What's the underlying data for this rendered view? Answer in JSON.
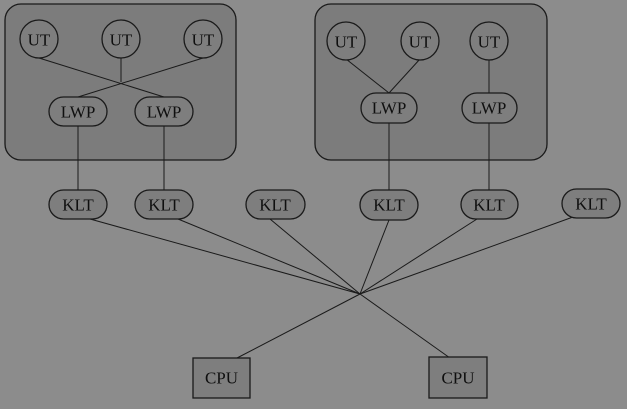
{
  "diagram": {
    "processes": [
      {
        "threads": [
          "UT",
          "UT",
          "UT"
        ],
        "lwps": [
          "LWP",
          "LWP"
        ]
      },
      {
        "threads": [
          "UT",
          "UT",
          "UT"
        ],
        "lwps": [
          "LWP",
          "LWP"
        ]
      }
    ],
    "klts": [
      "KLT",
      "KLT",
      "KLT",
      "KLT",
      "KLT",
      "KLT"
    ],
    "cpus": [
      "CPU",
      "CPU"
    ]
  }
}
